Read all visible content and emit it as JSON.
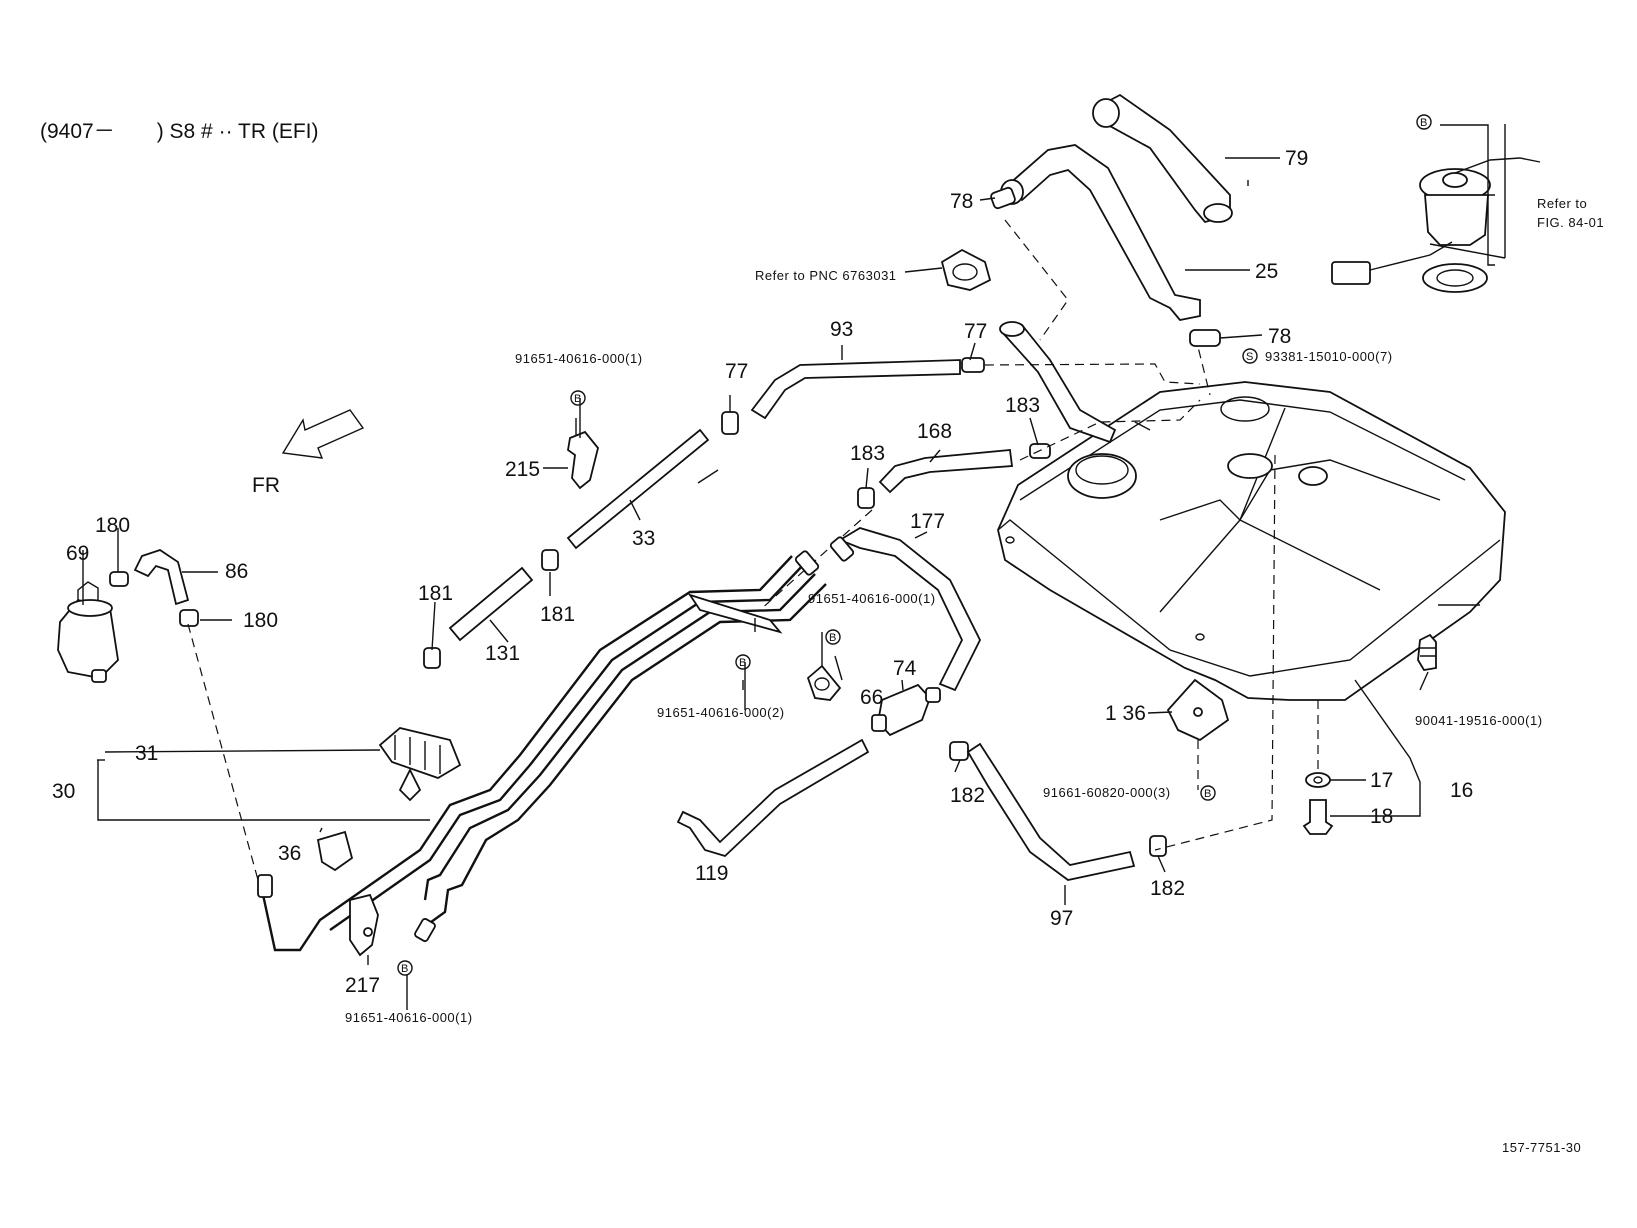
{
  "header": {
    "text": "(9407－　　) S8 # ·· TR (EFI)"
  },
  "direction": {
    "label": "FR"
  },
  "figure_number": "157-7751-30",
  "symbols": {
    "bolt": "B",
    "screw": "S"
  },
  "part_numbers": {
    "pn_91651_215": "91651-40616-000(1)",
    "pn_91651_clip": "91651-40616-000(2)",
    "pn_91651_66": "91651-40616-000(1)",
    "pn_91651_217": "91651-40616-000(1)",
    "pn_93381": "93381-15010-000(7)",
    "pn_91661": "91661-60820-000(3)",
    "pn_90041": "90041-19516-000(1)"
  },
  "references": {
    "pnc": "Refer to PNC 6763031",
    "fig_line1": "Refer to",
    "fig_line2": "FIG. 84-01"
  },
  "labels": {
    "l79": "79",
    "l78a": "78",
    "l25": "25",
    "l78b": "78",
    "l93": "93",
    "l77a": "77",
    "l77b": "77",
    "l183a": "183",
    "l183b": "183",
    "l168": "168",
    "l215": "215",
    "l33": "33",
    "l177": "177",
    "l180a": "180",
    "l69": "69",
    "l86": "86",
    "l180b": "180",
    "l181a": "181",
    "l181b": "181",
    "l131": "131",
    "l74": "74",
    "l66": "66",
    "l136": "1 36",
    "l31": "31",
    "l30": "30",
    "l182a": "182",
    "l17": "17",
    "l16": "16",
    "l18": "18",
    "l36": "36",
    "l119": "119",
    "l97": "97",
    "l182b": "182",
    "l217": "217"
  }
}
